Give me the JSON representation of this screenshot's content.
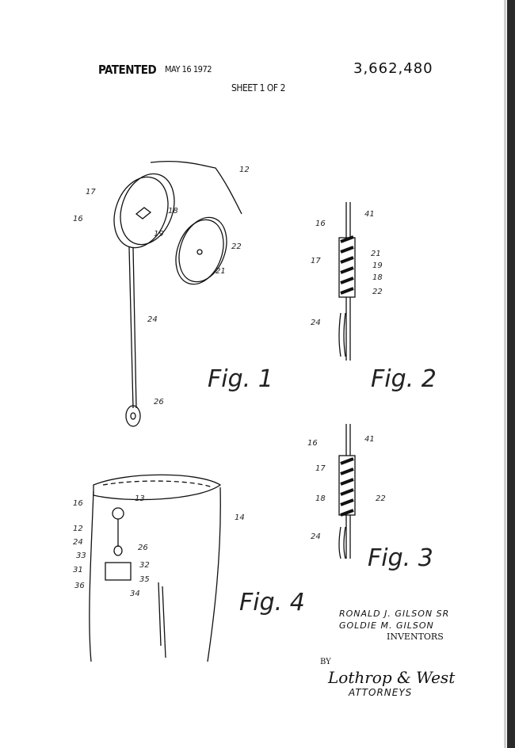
{
  "header": {
    "patented": "PATENTED",
    "date": "MAY 16 1972",
    "patent_number": "3,662,480",
    "sheet": "SHEET 1 OF 2"
  },
  "figures": {
    "fig1": {
      "title": "Fig. 1",
      "refs": [
        "12",
        "17",
        "16",
        "18",
        "19",
        "22",
        "21",
        "24",
        "26"
      ]
    },
    "fig2": {
      "title": "Fig. 2",
      "refs": [
        "16",
        "41",
        "17",
        "21",
        "19",
        "18",
        "22",
        "24"
      ]
    },
    "fig3": {
      "title": "Fig. 3",
      "refs": [
        "16",
        "41",
        "17",
        "18",
        "22",
        "24"
      ]
    },
    "fig4": {
      "title": "Fig. 4",
      "refs": [
        "16",
        "13",
        "14",
        "12",
        "24",
        "26",
        "33",
        "32",
        "31",
        "35",
        "36",
        "34"
      ]
    }
  },
  "inventors": {
    "line1": "RONALD  J.  GILSON SR",
    "line2": "GOLDIE  M.  GILSON",
    "label": "INVENTORS"
  },
  "attorneys": {
    "by": "BY",
    "signature": "Lothrop & West",
    "label": "ATTORNEYS"
  }
}
